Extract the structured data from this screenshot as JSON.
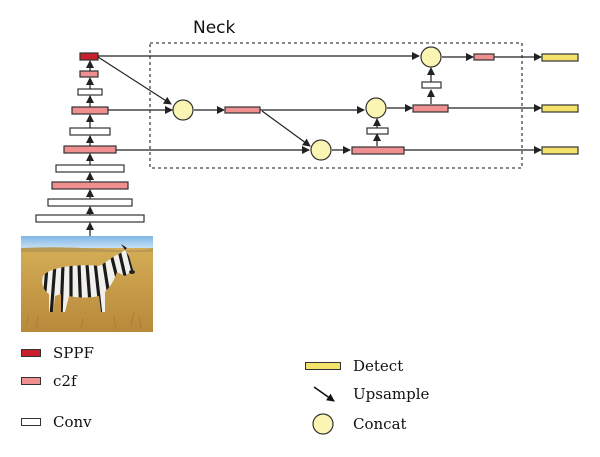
{
  "neck_label": "Neck",
  "colors": {
    "sppf": "#c8202b",
    "c2f": "#ef8f8f",
    "conv": "#ffffff",
    "detect": "#f4e36a",
    "concat": "#fbf5b3",
    "stroke": "#333333"
  },
  "legend": {
    "sppf": "SPPF",
    "c2f": "c2f",
    "conv": "Conv",
    "detect": "Detect",
    "upsample": "Upsample",
    "concat": "Concat"
  },
  "icons": {
    "photo": "zebra-photo",
    "arrow": "upsample-arrow-icon",
    "circle": "concat-circle-icon"
  }
}
